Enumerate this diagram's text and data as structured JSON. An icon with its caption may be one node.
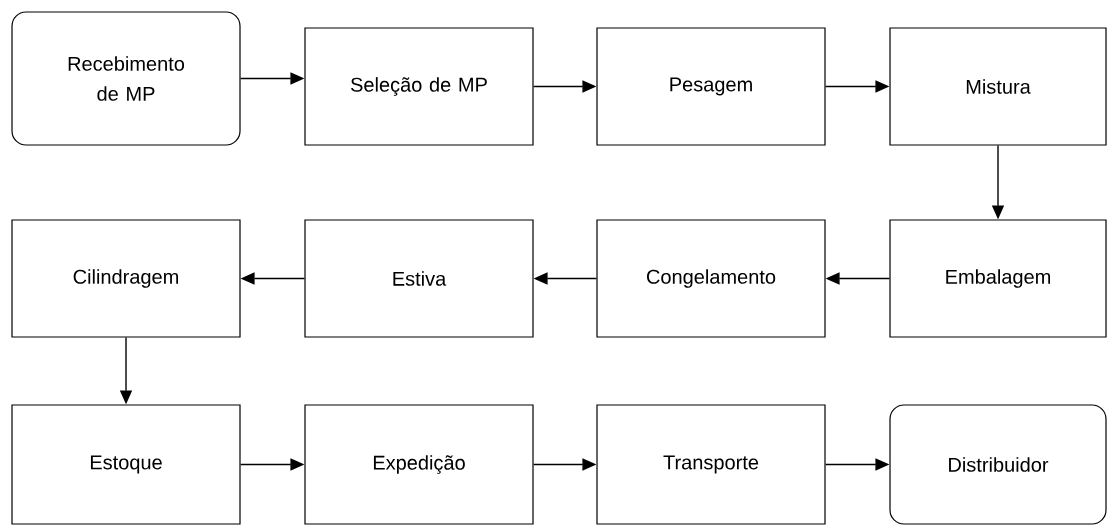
{
  "diagram": {
    "nodes": [
      {
        "text": [
          "Recebimento de MP"
        ]
      },
      {
        "text": [
          "Seleção de MP"
        ]
      },
      {
        "text": [
          "Pesagem"
        ]
      },
      {
        "text": [
          "Mistura"
        ]
      },
      {
        "text": [
          "Embalagem"
        ]
      },
      {
        "text": [
          "Congelamento"
        ]
      },
      {
        "text": [
          "Estiva"
        ]
      },
      {
        "text": [
          "Cilindragem"
        ]
      },
      {
        "text": [
          "Estoque"
        ]
      },
      {
        "text": [
          "Expedição"
        ]
      },
      {
        "text": [
          "Transporte"
        ]
      },
      {
        "text": [
          "Distribuidor"
        ]
      }
    ],
    "edges": [
      {
        "from": 0,
        "to": 1,
        "arrow": "to"
      },
      {
        "from": 1,
        "to": 2,
        "arrow": "to"
      },
      {
        "from": 2,
        "to": 3,
        "arrow": "to"
      },
      {
        "from": 3,
        "to": 4,
        "arrow": "to"
      },
      {
        "from": 4,
        "to": 5,
        "arrow": "to"
      },
      {
        "from": 5,
        "to": 6,
        "arrow": "to"
      },
      {
        "from": 6,
        "to": 7,
        "arrow": "to"
      },
      {
        "from": 7,
        "to": 8,
        "arrow": "to"
      },
      {
        "from": 8,
        "to": 9,
        "arrow": "to"
      },
      {
        "from": 9,
        "to": 10,
        "arrow": "to"
      },
      {
        "from": 10,
        "to": 11,
        "arrow": "to"
      }
    ]
  }
}
